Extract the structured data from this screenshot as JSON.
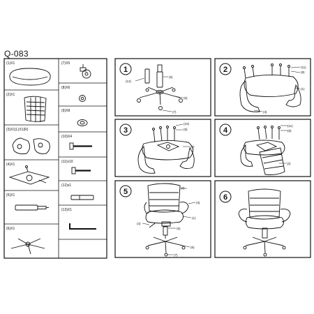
{
  "model_code": "Q-083",
  "parts": [
    {
      "label": "(1)X1"
    },
    {
      "label": "(2)X1"
    },
    {
      "label": "(3)X1(L)X1(R)"
    },
    {
      "label": "(4)X1"
    },
    {
      "label": "(5)X1"
    },
    {
      "label": "(6)X1"
    },
    {
      "label": "(7)X5"
    },
    {
      "label": "(8)X6"
    },
    {
      "label": "(9)X8"
    },
    {
      "label": "(10)X4"
    },
    {
      "label": "(11)x10"
    },
    {
      "label": "(12)x1"
    },
    {
      "label": "(13)X1"
    }
  ],
  "steps": [
    {
      "number": "1",
      "callouts": [
        "(12)",
        "(5)",
        "(6)",
        "(7)"
      ]
    },
    {
      "number": "2",
      "callouts": [
        "(11)",
        "(8)",
        "(1)",
        "(3)"
      ]
    },
    {
      "number": "3",
      "callouts": [
        "(10)",
        "(9)",
        "(4)"
      ]
    },
    {
      "number": "4",
      "callouts": [
        "(11)",
        "(9)",
        "(2)"
      ]
    },
    {
      "number": "5",
      "callouts": [
        "(2)",
        "(3)",
        "(4)",
        "(1)",
        "(5)",
        "(6)",
        "(7)"
      ]
    },
    {
      "number": "6",
      "callouts": []
    }
  ]
}
